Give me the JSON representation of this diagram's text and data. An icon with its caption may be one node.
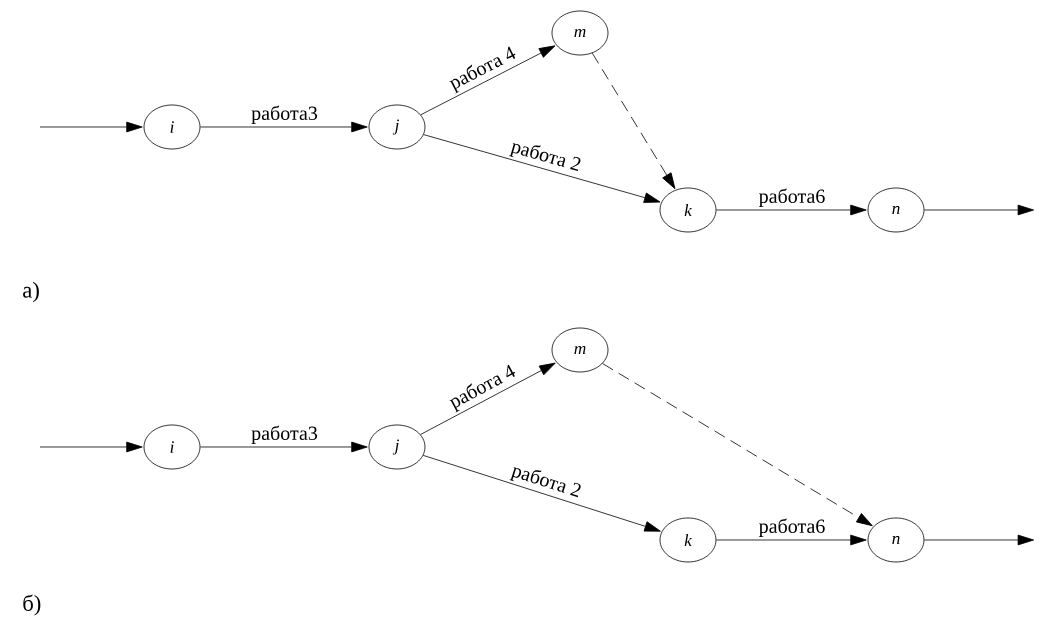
{
  "diagram": {
    "nodes": [
      {
        "text": [
          "i"
        ]
      },
      {
        "text": [
          "j"
        ]
      },
      {
        "text": [
          "m"
        ]
      },
      {
        "text": [
          "k"
        ]
      },
      {
        "text": [
          "n"
        ]
      },
      {
        "text": [
          "i"
        ]
      },
      {
        "text": [
          "j"
        ]
      },
      {
        "text": [
          "m"
        ]
      },
      {
        "text": [
          "k"
        ]
      },
      {
        "text": [
          "n"
        ]
      }
    ],
    "edges": [
      {
        "from": null,
        "to": 0,
        "arrow": "to"
      },
      {
        "from": 0,
        "to": 1,
        "arrow": "to",
        "label": "работа3"
      },
      {
        "from": 1,
        "to": 2,
        "arrow": "to",
        "label": "работа 4"
      },
      {
        "from": 1,
        "to": 3,
        "arrow": "to",
        "label": "работа 2"
      },
      {
        "from": 2,
        "to": 3,
        "arrow": "to",
        "style": "dashed"
      },
      {
        "from": 3,
        "to": 4,
        "arrow": "to",
        "label": "работа6"
      },
      {
        "from": 4,
        "to": null,
        "arrow": "to"
      },
      {
        "from": null,
        "to": 5,
        "arrow": "to"
      },
      {
        "from": 5,
        "to": 6,
        "arrow": "to",
        "label": "работа3"
      },
      {
        "from": 6,
        "to": 7,
        "arrow": "to",
        "label": "работа 4"
      },
      {
        "from": 6,
        "to": 8,
        "arrow": "to",
        "label": "работа 2"
      },
      {
        "from": 7,
        "to": 9,
        "arrow": "to",
        "style": "dashed"
      },
      {
        "from": 8,
        "to": 9,
        "arrow": "to",
        "label": "работа6"
      },
      {
        "from": 9,
        "to": null,
        "arrow": "to"
      }
    ],
    "labels": [
      "а)",
      "б)"
    ]
  }
}
